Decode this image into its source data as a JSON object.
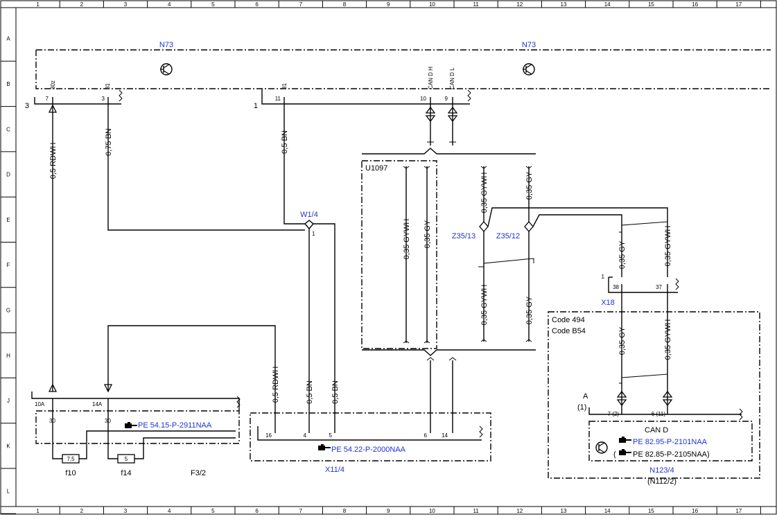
{
  "grid": {
    "cols": [
      "1",
      "2",
      "3",
      "4",
      "5",
      "6",
      "7",
      "8",
      "9",
      "10",
      "11",
      "12",
      "13",
      "14",
      "15",
      "16",
      "17"
    ],
    "rows": [
      "A",
      "B",
      "C",
      "D",
      "E",
      "F",
      "G",
      "H",
      "J",
      "K",
      "L"
    ]
  },
  "components": {
    "n73_left": "N73",
    "n73_right": "N73",
    "u1097": "U1097",
    "w1_4": "W1/4",
    "w1_4_pin": "1",
    "z35_13": "Z35/13",
    "z35_12": "Z35/12",
    "x18": "X18",
    "x18_pin": "1",
    "f3_2": "F3/2",
    "f10": "f10",
    "f14": "f14",
    "x11_4": "X11/4",
    "n123_4": "N123/4",
    "n112_2": "(N112/2)",
    "code494": "Code 494",
    "codeb54": "Code B54",
    "can_d": "CAN D",
    "conn_a": "A",
    "conn_a1": "(1)"
  },
  "refs": {
    "f3_2_ref": "PE 54.15-P-2911NAA",
    "x11_4_ref": "PE 54.22-P-2000NAA",
    "n123_ref1": "PE 82.95-P-2101NAA",
    "n123_ref2": "PE 82.85-P-2105NAA)",
    "n123_ref2_open": "("
  },
  "pins": {
    "n73_conn3": "3",
    "n73_conn1": "1",
    "p7": "7",
    "p3": "3",
    "p11": "11",
    "p10": "10",
    "p9": "9",
    "p30z": "30z",
    "p31a": "31",
    "p31b": "31",
    "can_d_h": "CAN D H",
    "can_d_l": "CAN D L",
    "f10a": "10A",
    "f14a": "14A",
    "f30a": "30",
    "f30b": "30",
    "fuse75": "7,5",
    "fuse5": "5",
    "x11_16": "16",
    "x11_4": "4",
    "x11_5": "5",
    "x11_6": "6",
    "x11_14": "14",
    "x18_38": "38",
    "x18_37": "37",
    "n123_72": "7 (2)",
    "n123_611": "6 (11)"
  },
  "wires": {
    "w_rdwh": "0,5 RDWH",
    "w_bn075": "0,75 BN",
    "w_bn05": "0,5 BN",
    "w_gywh_u": "0,35 GYWH",
    "w_gy_u": "0,35 GY",
    "w_gywh_z13a": "0,35 GYWH",
    "w_gy_z12a": "0,35 GY",
    "w_gywh_z13b": "0,35 GYWH",
    "w_gy_z12b": "0,35 GY",
    "w_gy_r1": "0,35 GY",
    "w_gywh_r1": "0,35 GYWH",
    "w_gy_r2": "0,35 GY",
    "w_gywh_r2": "0,35 GYWH",
    "w_rdwh_b": "0,5 RDWH",
    "w_bn_b1": "0,5 BN",
    "w_bn_b2": "0,5 BN"
  },
  "icons": [
    "transistor-icon",
    "hand-pointer-icon",
    "module-icon"
  ],
  "colors": {
    "link": "#1f33cc",
    "line": "#000000"
  }
}
